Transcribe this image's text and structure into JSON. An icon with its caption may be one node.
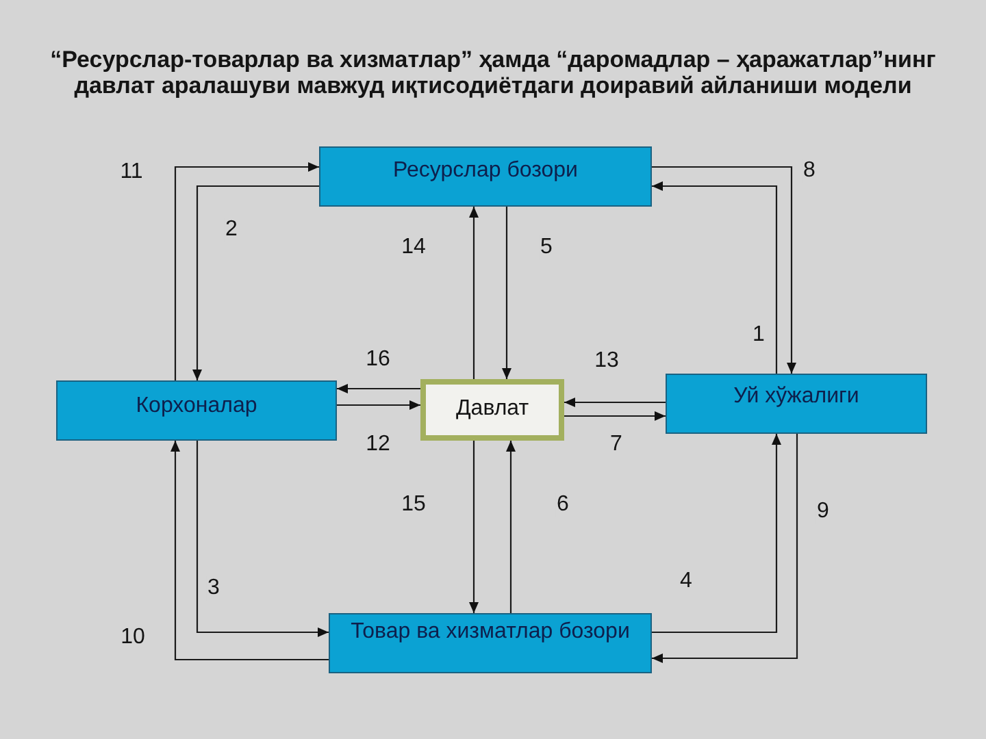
{
  "diagram": {
    "title": "“Ресурслар-товарлар ва хизматлар” ҳамда “даромадлар – ҳаражатлар”нинг давлат аралашуви мавжуд иқтисодиётдаги доиравий айланиши модели",
    "nodes": [
      {
        "text": [
          "Ресурслар бозори"
        ]
      },
      {
        "text": [
          "Корхоналар"
        ]
      },
      {
        "text": [
          "Давлат"
        ]
      },
      {
        "text": [
          "Уй хўжалиги"
        ]
      },
      {
        "text": [
          "Товар ва хизматлар бозори"
        ]
      }
    ],
    "edges": [
      {
        "from": 3,
        "to": 0,
        "arrow": "to",
        "label": "1"
      },
      {
        "from": 0,
        "to": 1,
        "arrow": "to",
        "label": "2"
      },
      {
        "from": 1,
        "to": 4,
        "arrow": "to",
        "label": "3"
      },
      {
        "from": 4,
        "to": 3,
        "arrow": "to",
        "label": "4"
      },
      {
        "from": 0,
        "to": 2,
        "arrow": "to",
        "label": "5"
      },
      {
        "from": 4,
        "to": 2,
        "arrow": "to",
        "label": "6"
      },
      {
        "from": 2,
        "to": 3,
        "arrow": "to",
        "label": "7"
      },
      {
        "from": 0,
        "to": 3,
        "arrow": "to",
        "label": "8"
      },
      {
        "from": 3,
        "to": 4,
        "arrow": "to",
        "label": "9"
      },
      {
        "from": 4,
        "to": 1,
        "arrow": "to",
        "label": "10"
      },
      {
        "from": 1,
        "to": 0,
        "arrow": "to",
        "label": "11"
      },
      {
        "from": 1,
        "to": 2,
        "arrow": "to",
        "label": "12"
      },
      {
        "from": 3,
        "to": 2,
        "arrow": "to",
        "label": "13"
      },
      {
        "from": 2,
        "to": 0,
        "arrow": "to",
        "label": "14"
      },
      {
        "from": 2,
        "to": 4,
        "arrow": "to",
        "label": "15"
      },
      {
        "from": 2,
        "to": 1,
        "arrow": "to",
        "label": "16"
      }
    ]
  }
}
